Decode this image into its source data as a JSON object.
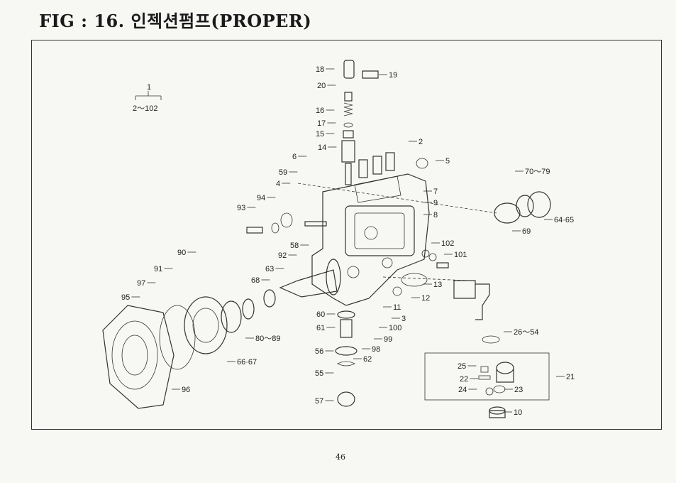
{
  "title": "FIG : 16. 인젝션펌프(PROPER)",
  "page_number": "46",
  "assembly": {
    "number": "1",
    "range": "2～102"
  },
  "callouts": [
    "18",
    "19",
    "20",
    "16",
    "17",
    "15",
    "14",
    "2",
    "5",
    "6",
    "59",
    "4",
    "94",
    "93",
    "58",
    "92",
    "63",
    "68",
    "90",
    "91",
    "97",
    "95",
    "70～79",
    "64·65",
    "69",
    "7",
    "9",
    "8",
    "102",
    "101",
    "13",
    "12",
    "11",
    "3",
    "100",
    "99",
    "98",
    "62",
    "60",
    "61",
    "56",
    "55",
    "57",
    "80～89",
    "66·67",
    "96",
    "26～54",
    "25",
    "22",
    "24",
    "23",
    "21",
    "10"
  ]
}
